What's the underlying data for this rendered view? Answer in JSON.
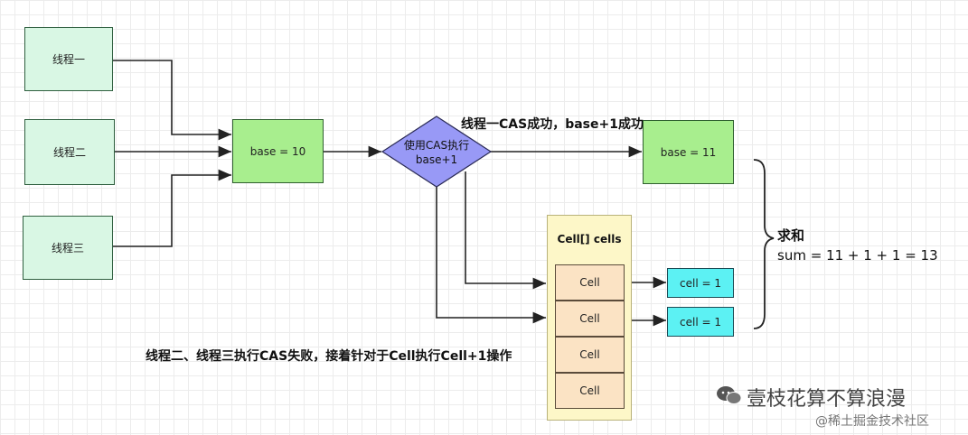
{
  "threads": [
    "线程一",
    "线程二",
    "线程三"
  ],
  "base_box": "base = 10",
  "decision": [
    "使用CAS执行",
    "base+1"
  ],
  "success_label": "线程一CAS成功，base+1成功",
  "base_result": "base = 11",
  "cells_title": "Cell[] cells",
  "cells": [
    "Cell",
    "Cell",
    "Cell",
    "Cell"
  ],
  "cell_values": [
    "cell = 1",
    "cell = 1"
  ],
  "failure_label": "线程二、线程三执行CAS失败，接着针对于Cell执行Cell+1操作",
  "sum_title": "求和",
  "sum_formula": "sum = 11 + 1 + 1 = 13",
  "watermark_main": "壹枝花算不算浪漫",
  "watermark_sub": "@稀土掘金技术社区"
}
